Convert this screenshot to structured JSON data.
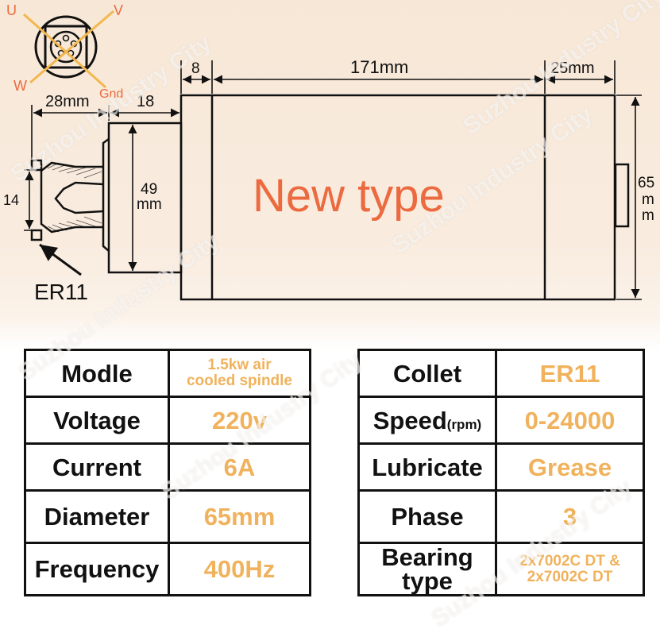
{
  "watermark": "Suzhou Industry City",
  "diagram": {
    "wiring": {
      "u": "U",
      "v": "V",
      "w": "W",
      "gnd": "Gnd"
    },
    "dims": {
      "front_len": "28mm",
      "neck_len": "18",
      "seg1": "8",
      "body_len": "171mm",
      "seg3": "25mm",
      "collet_dia": "14",
      "neck_dia_1": "49",
      "neck_dia_2": "mm",
      "body_dia_1": "65",
      "body_dia_2": "m",
      "body_dia_3": "m"
    },
    "collet_label": "ER11",
    "headline": "New type",
    "colors": {
      "headline": "#ec6a40",
      "wiring_text": "#ec6a40",
      "wiring_lines": "#f2b84f",
      "values": "#f0b25c"
    }
  },
  "spec_left": [
    {
      "label": "Modle",
      "value": "1.5kw air\ncooled spindle"
    },
    {
      "label": "Voltage",
      "value": "220v"
    },
    {
      "label": "Current",
      "value": "6A"
    },
    {
      "label": "Diameter",
      "value": "65mm"
    },
    {
      "label": "Frequency",
      "value": "400Hz"
    }
  ],
  "spec_right": [
    {
      "label": "Collet",
      "value": "ER11"
    },
    {
      "label": "Speed",
      "label_suffix": "(rpm)",
      "value": "0-24000"
    },
    {
      "label": "Lubricate",
      "value": "Grease"
    },
    {
      "label": "Phase",
      "value": "3"
    },
    {
      "label": "Bearing\ntype",
      "value": "2x7002C DT &\n2x7002C DT"
    }
  ]
}
